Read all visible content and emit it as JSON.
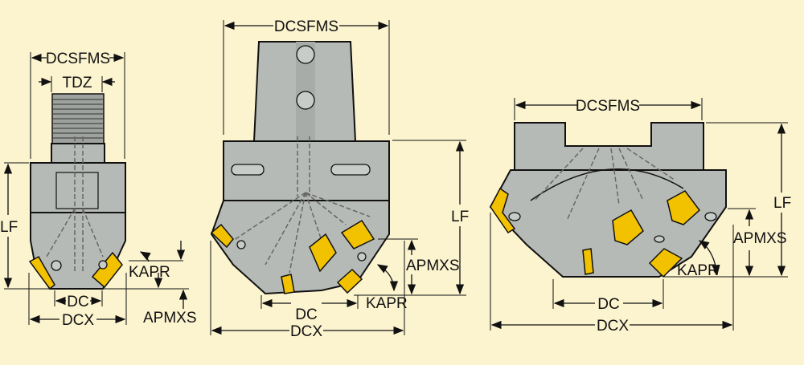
{
  "colors": {
    "background": "#FCF3CF",
    "tool_body": "#B6BAB6",
    "insert": "#F2C200"
  },
  "tool1": {
    "dcsfms": "DCSFMS",
    "tdz": "TDZ",
    "lf": "LF",
    "kapr": "KAPR",
    "dc": "DC",
    "dcx": "DCX",
    "apmxs": "APMXS"
  },
  "tool2": {
    "dcsfms": "DCSFMS",
    "lf": "LF",
    "apmxs": "APMXS",
    "kapr": "KAPR",
    "dc": "DC",
    "dcx": "DCX"
  },
  "tool3": {
    "dcsfms": "DCSFMS",
    "lf": "LF",
    "apmxs": "APMXS",
    "kapr": "KAPR",
    "dc": "DC",
    "dcx": "DCX"
  }
}
